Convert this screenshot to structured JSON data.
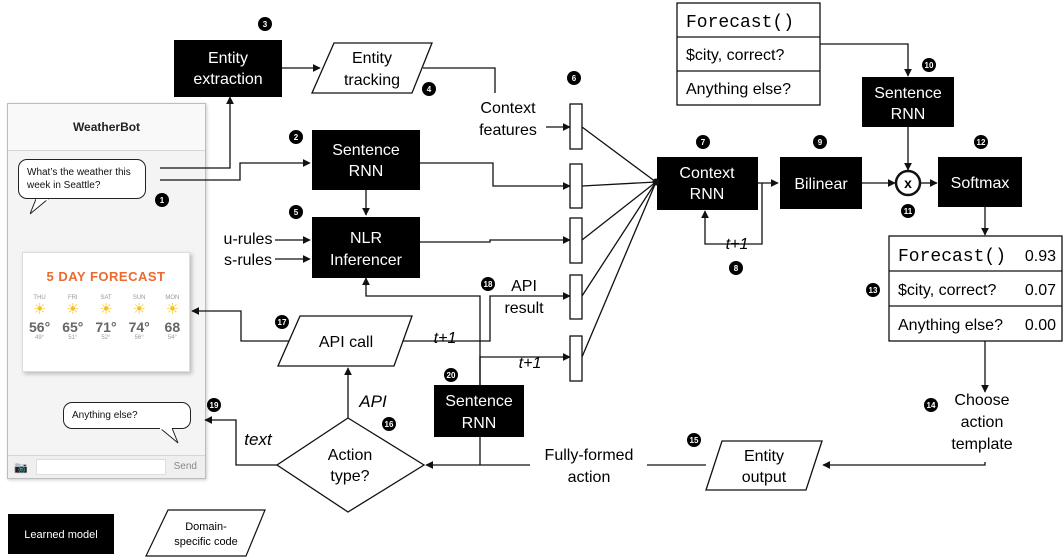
{
  "phone": {
    "title": "WeatherBot",
    "user_message": "What’s the weather this week in Seattle?",
    "bot_message": "Anything else?",
    "send_label": "Send",
    "forecast": {
      "title": "5 DAY FORECAST",
      "days": [
        {
          "name": "THU",
          "hi": "56°",
          "lo": "49°"
        },
        {
          "name": "FRI",
          "hi": "65°",
          "lo": "51°"
        },
        {
          "name": "SAT",
          "hi": "71°",
          "lo": "52°"
        },
        {
          "name": "SUN",
          "hi": "74°",
          "lo": "56°"
        },
        {
          "name": "MON",
          "hi": "68",
          "lo": "54°"
        }
      ]
    }
  },
  "nodes": {
    "entity_extraction": [
      "Entity",
      "extraction"
    ],
    "entity_tracking": [
      "Entity",
      "tracking"
    ],
    "sentence_rnn_top": [
      "Sentence",
      "RNN"
    ],
    "nlr_inferencer": [
      "NLR",
      "Inferencer"
    ],
    "context_rnn": [
      "Context",
      "RNN"
    ],
    "bilinear": [
      "Bilinear"
    ],
    "softmax": [
      "Softmax"
    ],
    "sentence_rnn_right": [
      "Sentence",
      "RNN"
    ],
    "api_call": [
      "API call"
    ],
    "sentence_rnn_bottom": [
      "Sentence",
      "RNN"
    ],
    "action_type": [
      "Action",
      "type?"
    ],
    "entity_output": [
      "Entity",
      "output"
    ]
  },
  "labels": {
    "context_features": [
      "Context",
      "features"
    ],
    "u_rules": "u-rules",
    "s_rules": "s-rules",
    "api_result": [
      "API",
      "result"
    ],
    "t_plus_1": "t+1",
    "multiply": "x",
    "api": "API",
    "text": "text",
    "fully_formed_action": [
      "Fully-formed",
      "action"
    ],
    "choose_action_template": [
      "Choose",
      "action",
      "template"
    ]
  },
  "templates_top": [
    "Forecast()",
    "$city, correct?",
    "Anything else?"
  ],
  "templates_scored": [
    {
      "text": "Forecast()",
      "score": "0.93"
    },
    {
      "text": "$city, correct?",
      "score": "0.07"
    },
    {
      "text": "Anything else?",
      "score": "0.00"
    }
  ],
  "legend": {
    "learned_model": "Learned model",
    "domain_specific_code": [
      "Domain-",
      "specific code"
    ]
  },
  "step_numbers": [
    "1",
    "2",
    "3",
    "4",
    "5",
    "6",
    "7",
    "8",
    "9",
    "10",
    "11",
    "12",
    "13",
    "14",
    "15",
    "16",
    "17",
    "18",
    "19",
    "20"
  ]
}
